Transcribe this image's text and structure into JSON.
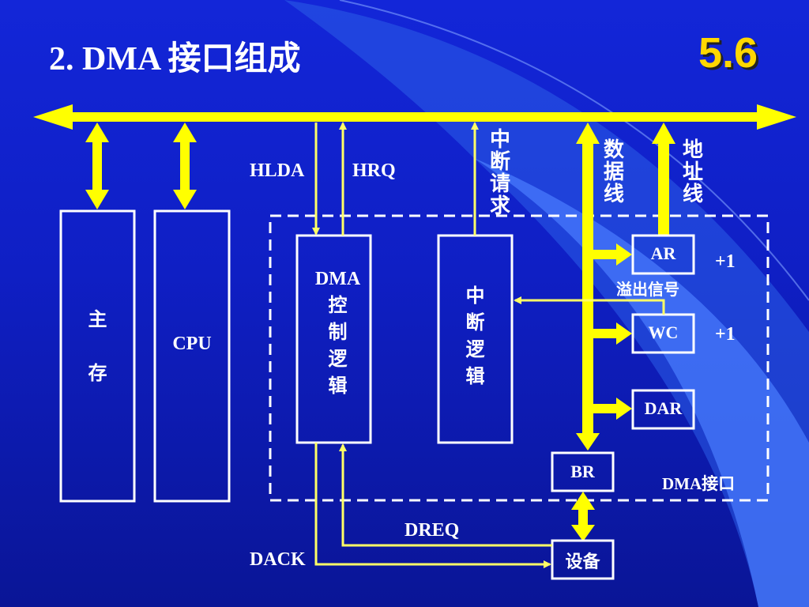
{
  "slide": {
    "title": "2. DMA 接口组成",
    "section": "5.6"
  },
  "colors": {
    "bus": "#ffff00",
    "thin_line": "#ffff66",
    "box_border": "#ffffff",
    "text": "#ffffff",
    "section": "#ffd700"
  },
  "blocks": {
    "memory": "主\n\n存",
    "cpu": "CPU",
    "dma_logic": "DMA\n控\n制\n逻\n辑",
    "interrupt_logic": "中\n断\n逻\n辑"
  },
  "registers": {
    "ar": "AR",
    "wc": "WC",
    "dar": "DAR",
    "br": "BR",
    "device": "设备"
  },
  "signals": {
    "hlda": "HLDA",
    "hrq": "HRQ",
    "interrupt_request": "中断请求",
    "data_line": "数据线",
    "address_line": "地址线",
    "overflow": "溢出信号",
    "ar_increment": "+1",
    "wc_increment": "+1",
    "dreq": "DREQ",
    "dack": "DACK",
    "dma_interface": "DMA接口"
  }
}
